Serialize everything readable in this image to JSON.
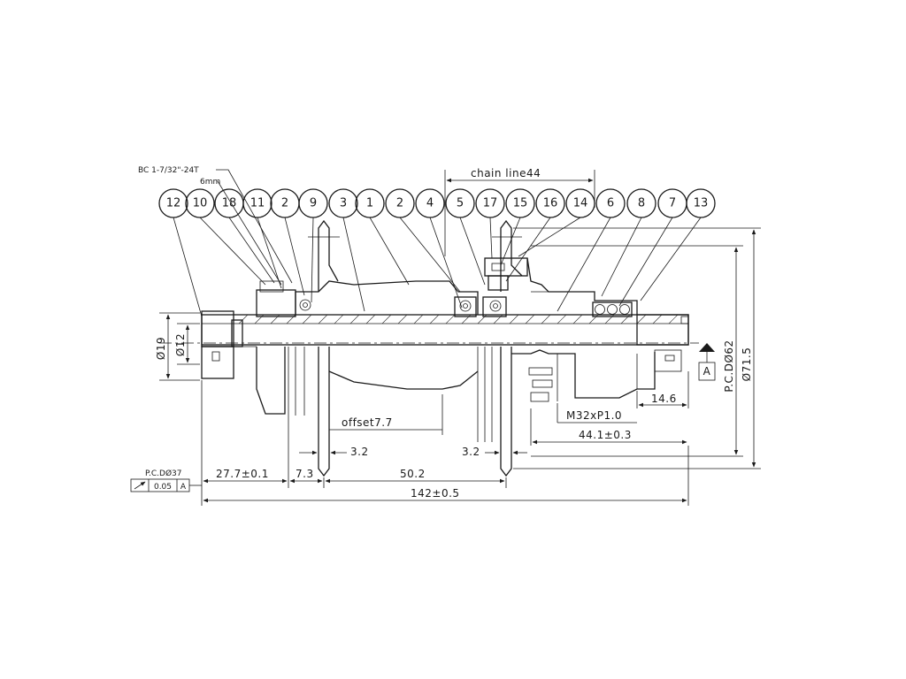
{
  "balloons": [
    "12",
    "10",
    "18",
    "11",
    "2",
    "9",
    "3",
    "1",
    "2",
    "4",
    "5",
    "17",
    "15",
    "16",
    "14",
    "6",
    "8",
    "7",
    "13"
  ],
  "labels": {
    "bc_thread": "BC 1-7/32\"-24T",
    "six_mm": "6mm",
    "chain_line": "chain line44",
    "offset": "offset7.7",
    "thread": "M32xP1.0",
    "datum": "A"
  },
  "dimensions": {
    "phi19": "Ø19",
    "phi12": "Ø12",
    "pcd62": "P.C.DØ62",
    "phi715": "Ø71.5",
    "d146": "14.6",
    "d441": "44.1±0.3",
    "d32_left": "3.2",
    "d32_right": "3.2",
    "d502": "50.2",
    "d73": "7.3",
    "d277": "27.7±0.1",
    "d142": "142±0.5"
  },
  "tolerance": {
    "pcd37": "P.C.DØ37",
    "value": "0.05",
    "datum": "A"
  }
}
